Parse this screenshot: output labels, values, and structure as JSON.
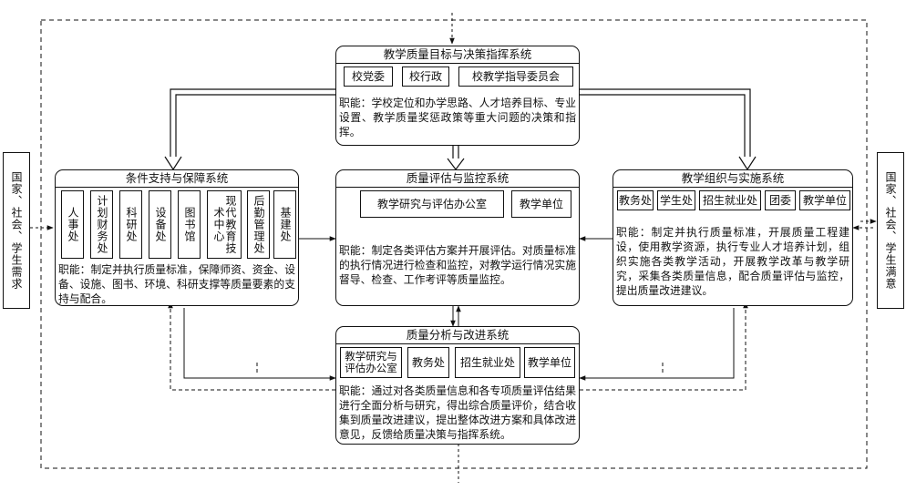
{
  "sides": {
    "left": "国家、社会、学生需求",
    "right": "国家、社会、学生满意"
  },
  "top": {
    "title": "教学质量目标与决策指挥系统",
    "units": [
      "校党委",
      "校行政",
      "校教学指导委员会"
    ],
    "duty": "职能：学校定位和办学思路、人才培养目标、专业设置、教学质量奖惩政策等重大问题的决策和指挥。"
  },
  "left": {
    "title": "条件支持与保障系统",
    "units": [
      "人事处",
      "计划财务处",
      "科研处",
      "设备处",
      "图书馆",
      "现代教育技术中心",
      "后勤管理处",
      "基建处"
    ],
    "duty": "职能：制定并执行质量标准，保障师资、资金、设备、设施、图书、环境、科研支撑等质量要素的支持与配合。"
  },
  "center": {
    "title": "质量评估与监控系统",
    "units": [
      "教学研究与评估办公室",
      "教学单位"
    ],
    "duty": "职能：制定各类评估方案并开展评估。对质量标准的执行情况进行检查和监控，对教学运行情况实施督导、检查、工作考评等质量监控。"
  },
  "right": {
    "title": "教学组织与实施系统",
    "units": [
      "教务处",
      "学生处",
      "招生就业处",
      "团委",
      "教学单位"
    ],
    "duty": "职能：制定并执行质量标准，开展质量工程建设，使用教学资源，执行专业人才培养计划，组织实施各类教学活动，开展教学改革与教学研究，采集各类质量信息，配合质量评估与监控，提出质量改进建议。"
  },
  "bottom": {
    "title": "质量分析与改进系统",
    "units": [
      "教学研究与评估办公室",
      "教务处",
      "招生就业处",
      "教学单位"
    ],
    "duty": "职能：通过对各类质量信息和各专项质量评估结果进行全面分析与研究，得出综合质量评价，结合收集到质量改进建议，提出整体改进方案和具体改进意见，反馈给质量决策与指挥系统。"
  }
}
